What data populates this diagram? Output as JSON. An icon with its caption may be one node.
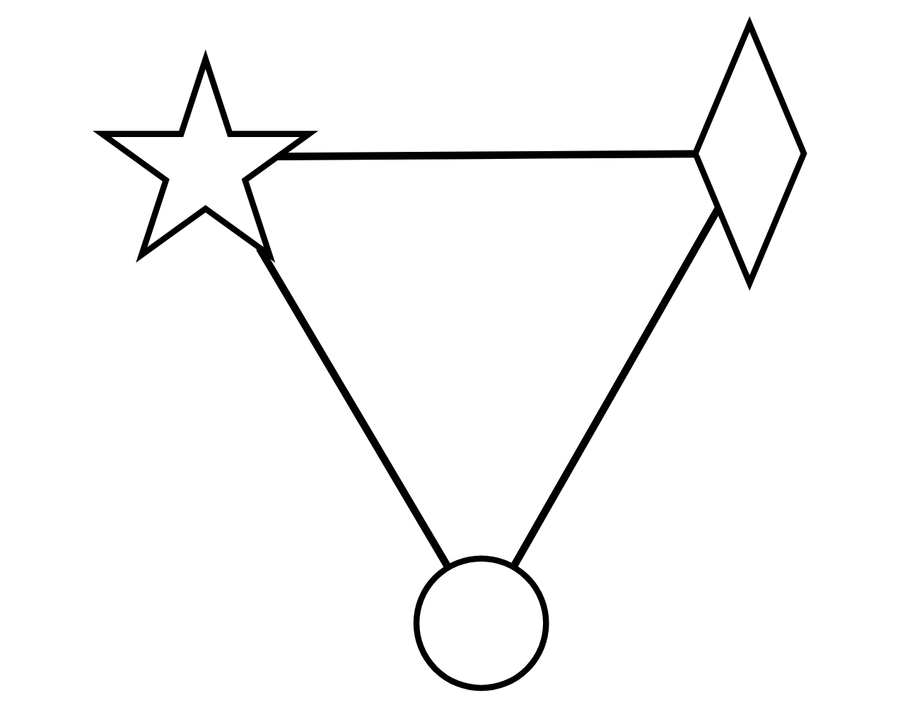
{
  "diagram": {
    "nodes": [
      {
        "text": [],
        "shape": "star"
      },
      {
        "text": [],
        "shape": "diamond"
      },
      {
        "text": [],
        "shape": "circle"
      }
    ],
    "edges": [
      {
        "from": 0,
        "to": 1,
        "arrow": "none"
      },
      {
        "from": 0,
        "to": 2,
        "arrow": "none"
      },
      {
        "from": 2,
        "to": 1,
        "arrow": "none"
      }
    ]
  }
}
